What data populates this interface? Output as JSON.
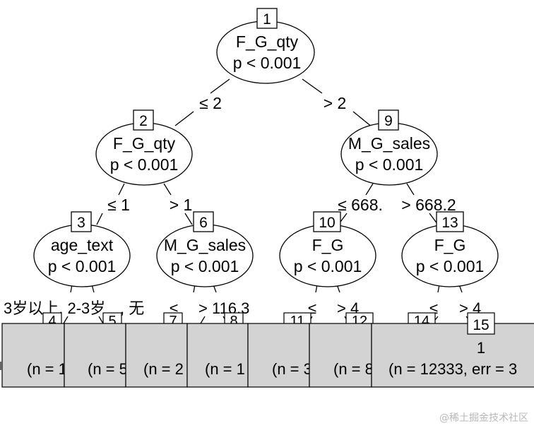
{
  "nodes": [
    {
      "id": "1",
      "var": "F_G_qty",
      "p": "p < 0.001"
    },
    {
      "id": "2",
      "var": "F_G_qty",
      "p": "p < 0.001"
    },
    {
      "id": "9",
      "var": "M_G_sales",
      "p": "p < 0.001"
    },
    {
      "id": "3",
      "var": "age_text",
      "p": "p < 0.001"
    },
    {
      "id": "6",
      "var": "M_G_sales",
      "p": "p < 0.001"
    },
    {
      "id": "10",
      "var": "F_G",
      "p": "p < 0.001"
    },
    {
      "id": "13",
      "var": "F_G",
      "p": "p < 0.001"
    }
  ],
  "edges": {
    "n1_left": "≤ 2",
    "n1_right": "> 2",
    "n2_left": "≤ 1",
    "n2_right": "> 1",
    "n9_left": "≤ 668.",
    "n9_right": "> 668.2",
    "n3_left": "3岁以上, 2-3岁",
    "n3_right": ", 无",
    "n6_left": "≤",
    "n6_right": "> 116.3",
    "n10_left": "≤",
    "n10_right": "> 4",
    "n13_left": "≤",
    "n13_right": "> 4"
  },
  "leaves": [
    {
      "id": "4",
      "stat": "(n = 1"
    },
    {
      "id": "5",
      "stat": "(n = 5"
    },
    {
      "id": "7",
      "stat": "(n = 2"
    },
    {
      "id": "8",
      "stat": "(n = 1"
    },
    {
      "id": "11",
      "stat": "(n = 3"
    },
    {
      "id": "12",
      "stat": "(n = 8"
    },
    {
      "id": "14",
      "stat": ""
    },
    {
      "id": "15",
      "value": "1",
      "stat": "(n = 12333, err = 3"
    }
  ],
  "watermark": "@稀土掘金技术社区",
  "colors": {
    "leaf_fill": "#d3d3d3",
    "line": "#000000",
    "watermark": "#b9b9b9"
  }
}
